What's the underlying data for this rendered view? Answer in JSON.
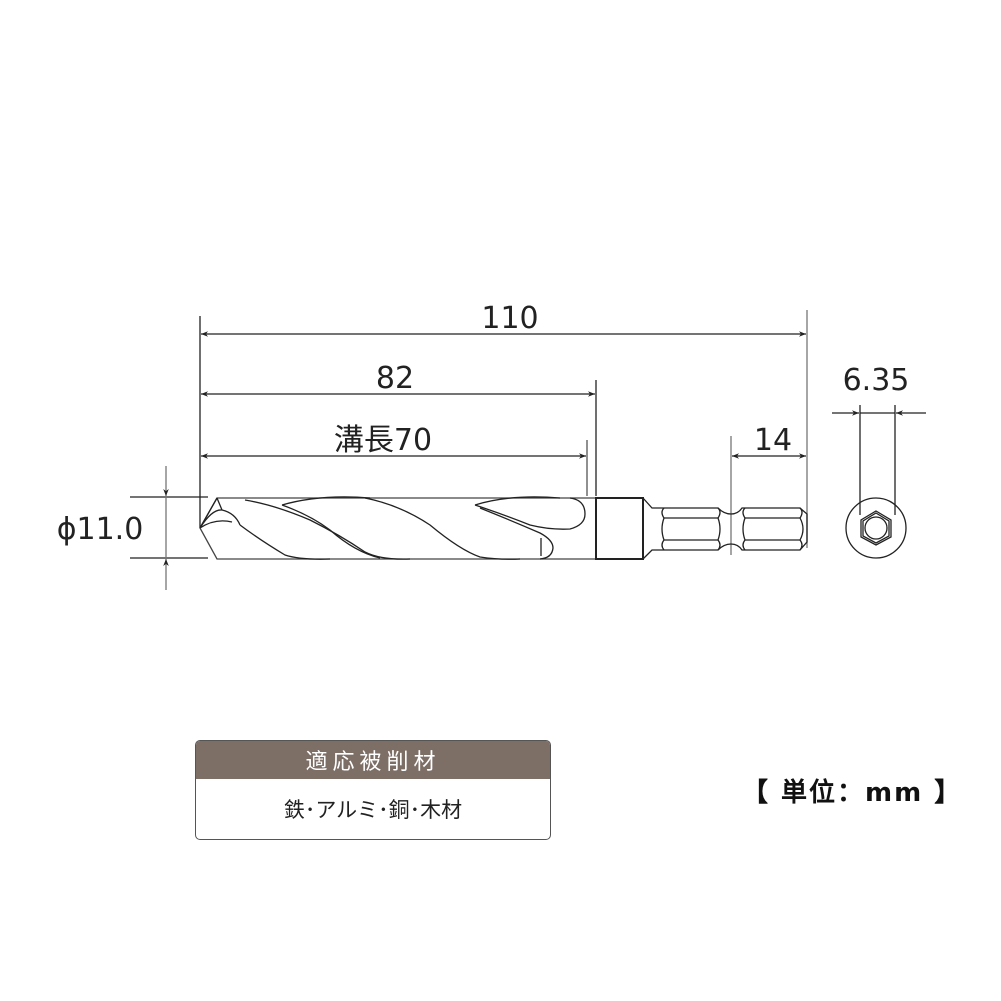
{
  "drawing": {
    "dimensions": {
      "overall_length": "110",
      "body_length": "82",
      "flute_length": "溝長70",
      "hex_shank_length": "14",
      "hex_width": "6.35",
      "diameter": "ϕ11.0"
    }
  },
  "spec_table": {
    "header": "適応被削材",
    "value": "鉄･アルミ･銅･木材"
  },
  "unit_label": "【 単位：mm 】",
  "colors": {
    "line": "#222222",
    "gray_line": "#777777",
    "table_header": "#7d6e66"
  }
}
